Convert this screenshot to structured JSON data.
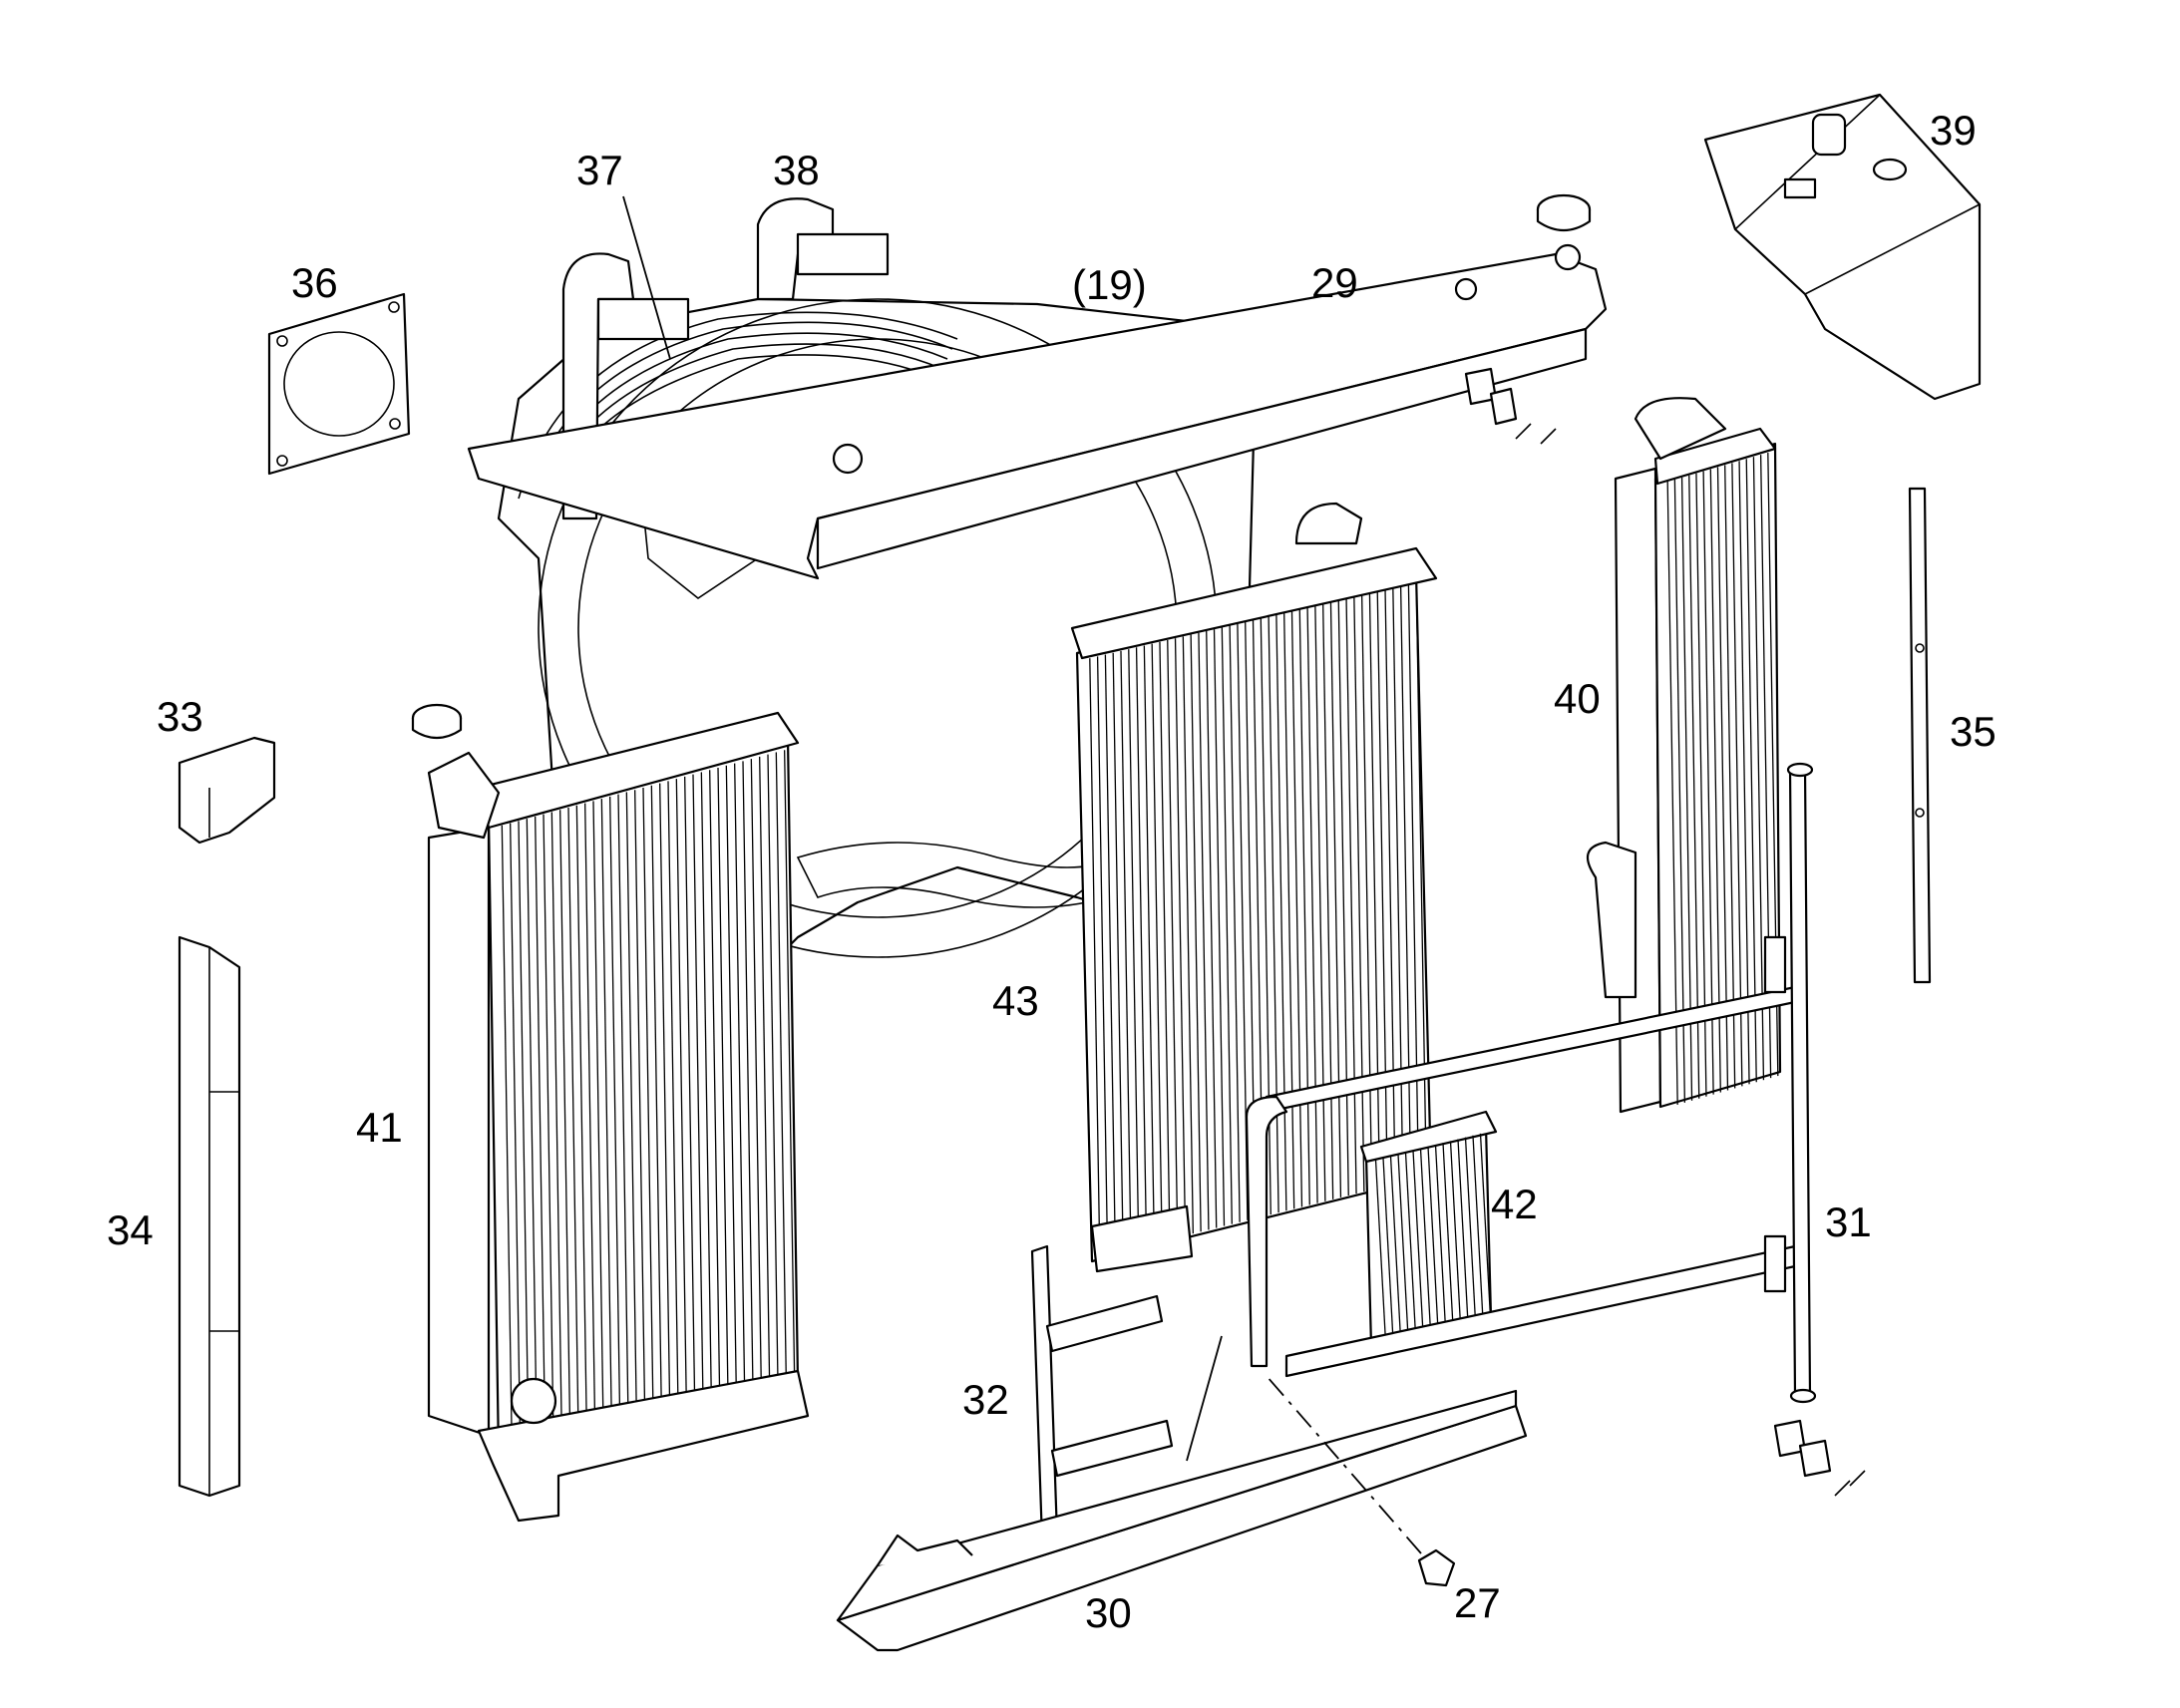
{
  "callouts": [
    {
      "id": "c27",
      "text": "27"
    },
    {
      "id": "c19",
      "text": "(19)"
    },
    {
      "id": "c29",
      "text": "29"
    },
    {
      "id": "c30",
      "text": "30"
    },
    {
      "id": "c31",
      "text": "31"
    },
    {
      "id": "c32",
      "text": "32"
    },
    {
      "id": "c33",
      "text": "33"
    },
    {
      "id": "c34",
      "text": "34"
    },
    {
      "id": "c35",
      "text": "35"
    },
    {
      "id": "c36",
      "text": "36"
    },
    {
      "id": "c37",
      "text": "37"
    },
    {
      "id": "c38",
      "text": "38"
    },
    {
      "id": "c39",
      "text": "39"
    },
    {
      "id": "c40",
      "text": "40"
    },
    {
      "id": "c41",
      "text": "41"
    },
    {
      "id": "c42",
      "text": "42"
    },
    {
      "id": "c43",
      "text": "43"
    }
  ],
  "colors": {
    "line": "#000000",
    "fill": "#ffffff"
  }
}
